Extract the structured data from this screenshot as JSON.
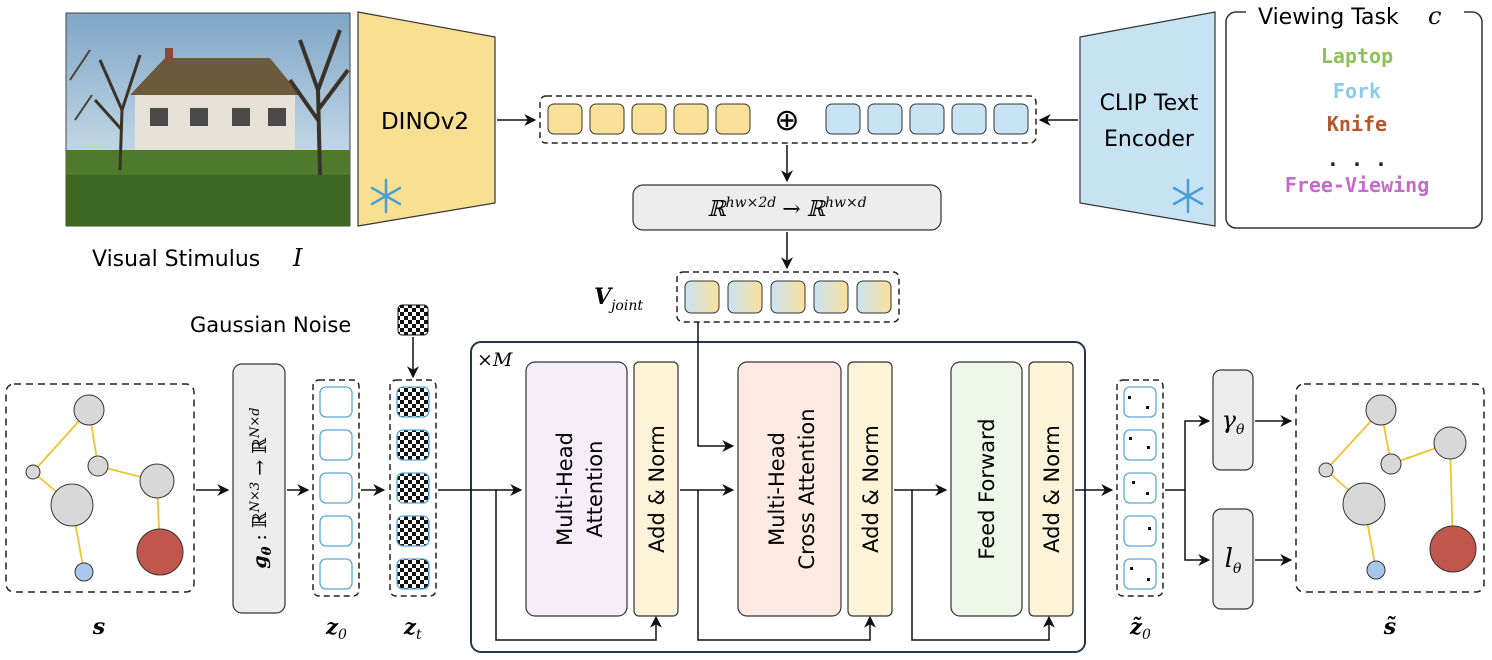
{
  "stimulus": {
    "caption": "Visual Stimulus",
    "symbol": "I"
  },
  "image_encoder": {
    "label": "DINOv2"
  },
  "text_encoder": {
    "label_line1": "CLIP Text",
    "label_line2": "Encoder"
  },
  "viewing_task": {
    "title": "Viewing Task",
    "symbol": "c",
    "tasks": [
      {
        "label": "Laptop",
        "color": "#8dc15a"
      },
      {
        "label": "Fork",
        "color": "#8ccbe8"
      },
      {
        "label": "Knife",
        "color": "#b4572d"
      },
      {
        "label": ". . .",
        "color": "#222222"
      },
      {
        "label": "Free-Viewing",
        "color": "#c66bc9"
      }
    ]
  },
  "concat_symbol": "⊕",
  "projection": {
    "lhs": "ℝ",
    "lhs_sup": "hw×2d",
    "arrow": "→",
    "rhs": "ℝ",
    "rhs_sup": "hw×d"
  },
  "v_joint": {
    "symbol": "V",
    "subscript": "joint"
  },
  "gaussian_noise": {
    "label": "Gaussian Noise"
  },
  "mlp": {
    "label": "g",
    "sub": "θ",
    "rest": " : ℝ",
    "sup1": "N×3",
    "arrow": " → ℝ",
    "sup2": "N×d"
  },
  "transformer": {
    "repeat": "×M",
    "mha": {
      "line1": "Multi-Head",
      "line2": "Attention"
    },
    "mhca": {
      "line1": "Multi-Head",
      "line2": "Cross Attention"
    },
    "ff": {
      "label": "Feed Forward"
    },
    "add_norm": "Add & Norm"
  },
  "heads": {
    "gamma": "γ",
    "gamma_sub": "θ",
    "l": "l",
    "l_sub": "θ"
  },
  "bottom_labels": {
    "s": "s",
    "z0": "z",
    "z0_sub": "0",
    "zt": "z",
    "zt_sub": "t",
    "z0_tilde": "z̃",
    "z0_tilde_sub": "0",
    "s_tilde": "s̃"
  },
  "colors": {
    "dino_fill": "#f9df91",
    "clip_fill": "#c7e3f3",
    "token_yellow": "#fbe09a",
    "token_blue": "#c8e3f4",
    "mha_fill": "#f5eef9",
    "mhca_fill": "#fdebe3",
    "ff_fill": "#eef7e9",
    "addnorm_fill": "#fdf3d9",
    "gray_fill": "#ededed",
    "transformer_border": "#23384d",
    "graph_edge": "#f0c330",
    "node_gray": "#d8d8d8",
    "node_red": "#c1574c",
    "node_blue": "#a8c8ea"
  }
}
